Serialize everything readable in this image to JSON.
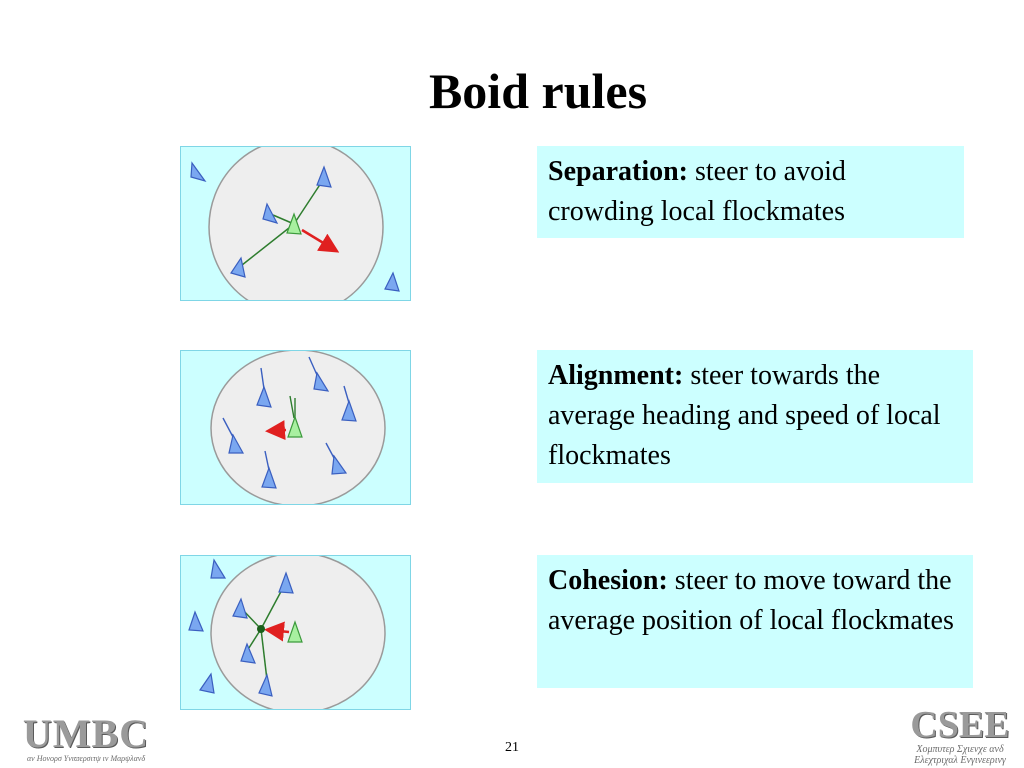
{
  "slide": {
    "title": "Boid rules",
    "page_number": "21"
  },
  "rules": [
    {
      "heading": "Separation:",
      "text": "steer to avoid crowding local flockmates"
    },
    {
      "heading": "Alignment:",
      "text": "steer towards the average heading and speed of local flockmates"
    },
    {
      "heading": "Cohesion:",
      "text": "steer to move toward the average position of local flockmates"
    }
  ],
  "logos": {
    "left": {
      "name": "UMBC",
      "tagline": "αν Ηονορσ Υνιϖερσιτψ ιν Μαρψλανδ"
    },
    "right": {
      "name": "CSEE",
      "tagline_line1": "Χομπυτερ Σχιενχε ανδ",
      "tagline_line2": "Ελεχτριχαλ Ενγινεερινγ"
    }
  },
  "colors": {
    "panel_background": "#ccffff",
    "neighborhood": "#eeeeee",
    "boid": "#5b86e5",
    "focal_boid": "#8fe07f",
    "steer_arrow": "#e02020",
    "link_line": "#2e7d2e"
  }
}
